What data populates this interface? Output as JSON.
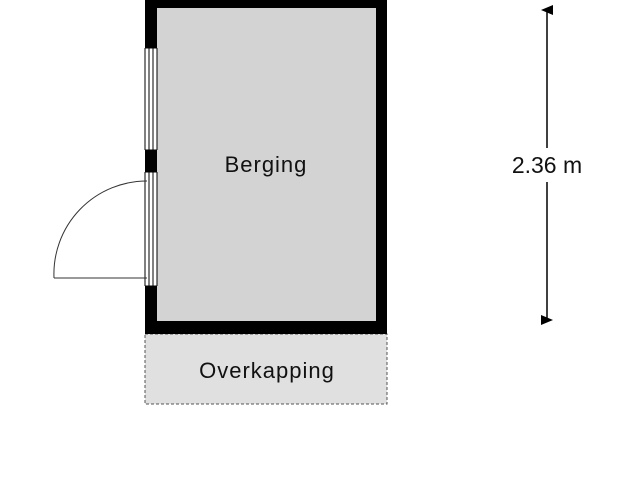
{
  "rooms": {
    "storage": {
      "label": "Berging"
    },
    "canopy": {
      "label": "Overkapping"
    }
  },
  "dimension": {
    "label": "2.36 m"
  },
  "colors": {
    "wall": "#000000",
    "floor": "#d3d3d3",
    "canopy_floor": "#e0e0e0",
    "canopy_border": "#555555",
    "glass": "#ffffff",
    "door_line": "#333333",
    "dimension_line": "#000000"
  }
}
